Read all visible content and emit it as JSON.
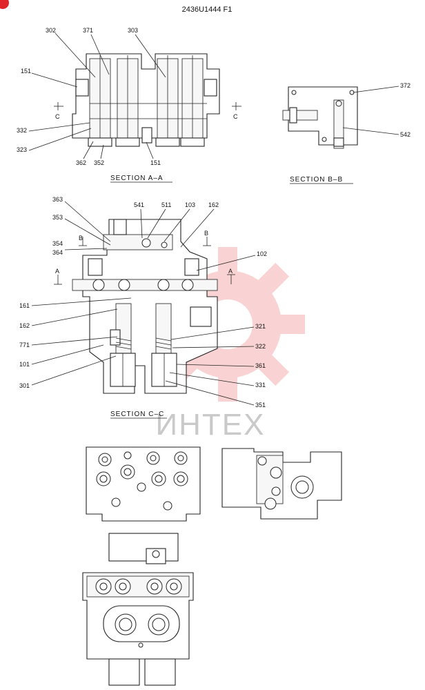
{
  "title": "2436U1444 F1",
  "watermark_text": "ИНТЕХ",
  "sections": {
    "aa": "SECTION A–A",
    "bb": "SECTION B–B",
    "cc": "SECTION C–C"
  },
  "section_marks": {
    "c_left": "C",
    "c_right": "C",
    "b_left": "B",
    "b_right": "B",
    "a_left": "A",
    "a_right": "A"
  },
  "callouts_aa": [
    "302",
    "371",
    "303",
    "151",
    "332",
    "323",
    "362",
    "352",
    "151"
  ],
  "callouts_bb": [
    "372",
    "542"
  ],
  "callouts_cc": [
    "363",
    "541",
    "511",
    "103",
    "162",
    "353",
    "354",
    "364",
    "102",
    "161",
    "162",
    "771",
    "101",
    "301",
    "321",
    "322",
    "361",
    "331",
    "351"
  ],
  "colors": {
    "line": "#222222",
    "watermark_red": "#e83c3c",
    "watermark_text": "#c9c9c9"
  }
}
